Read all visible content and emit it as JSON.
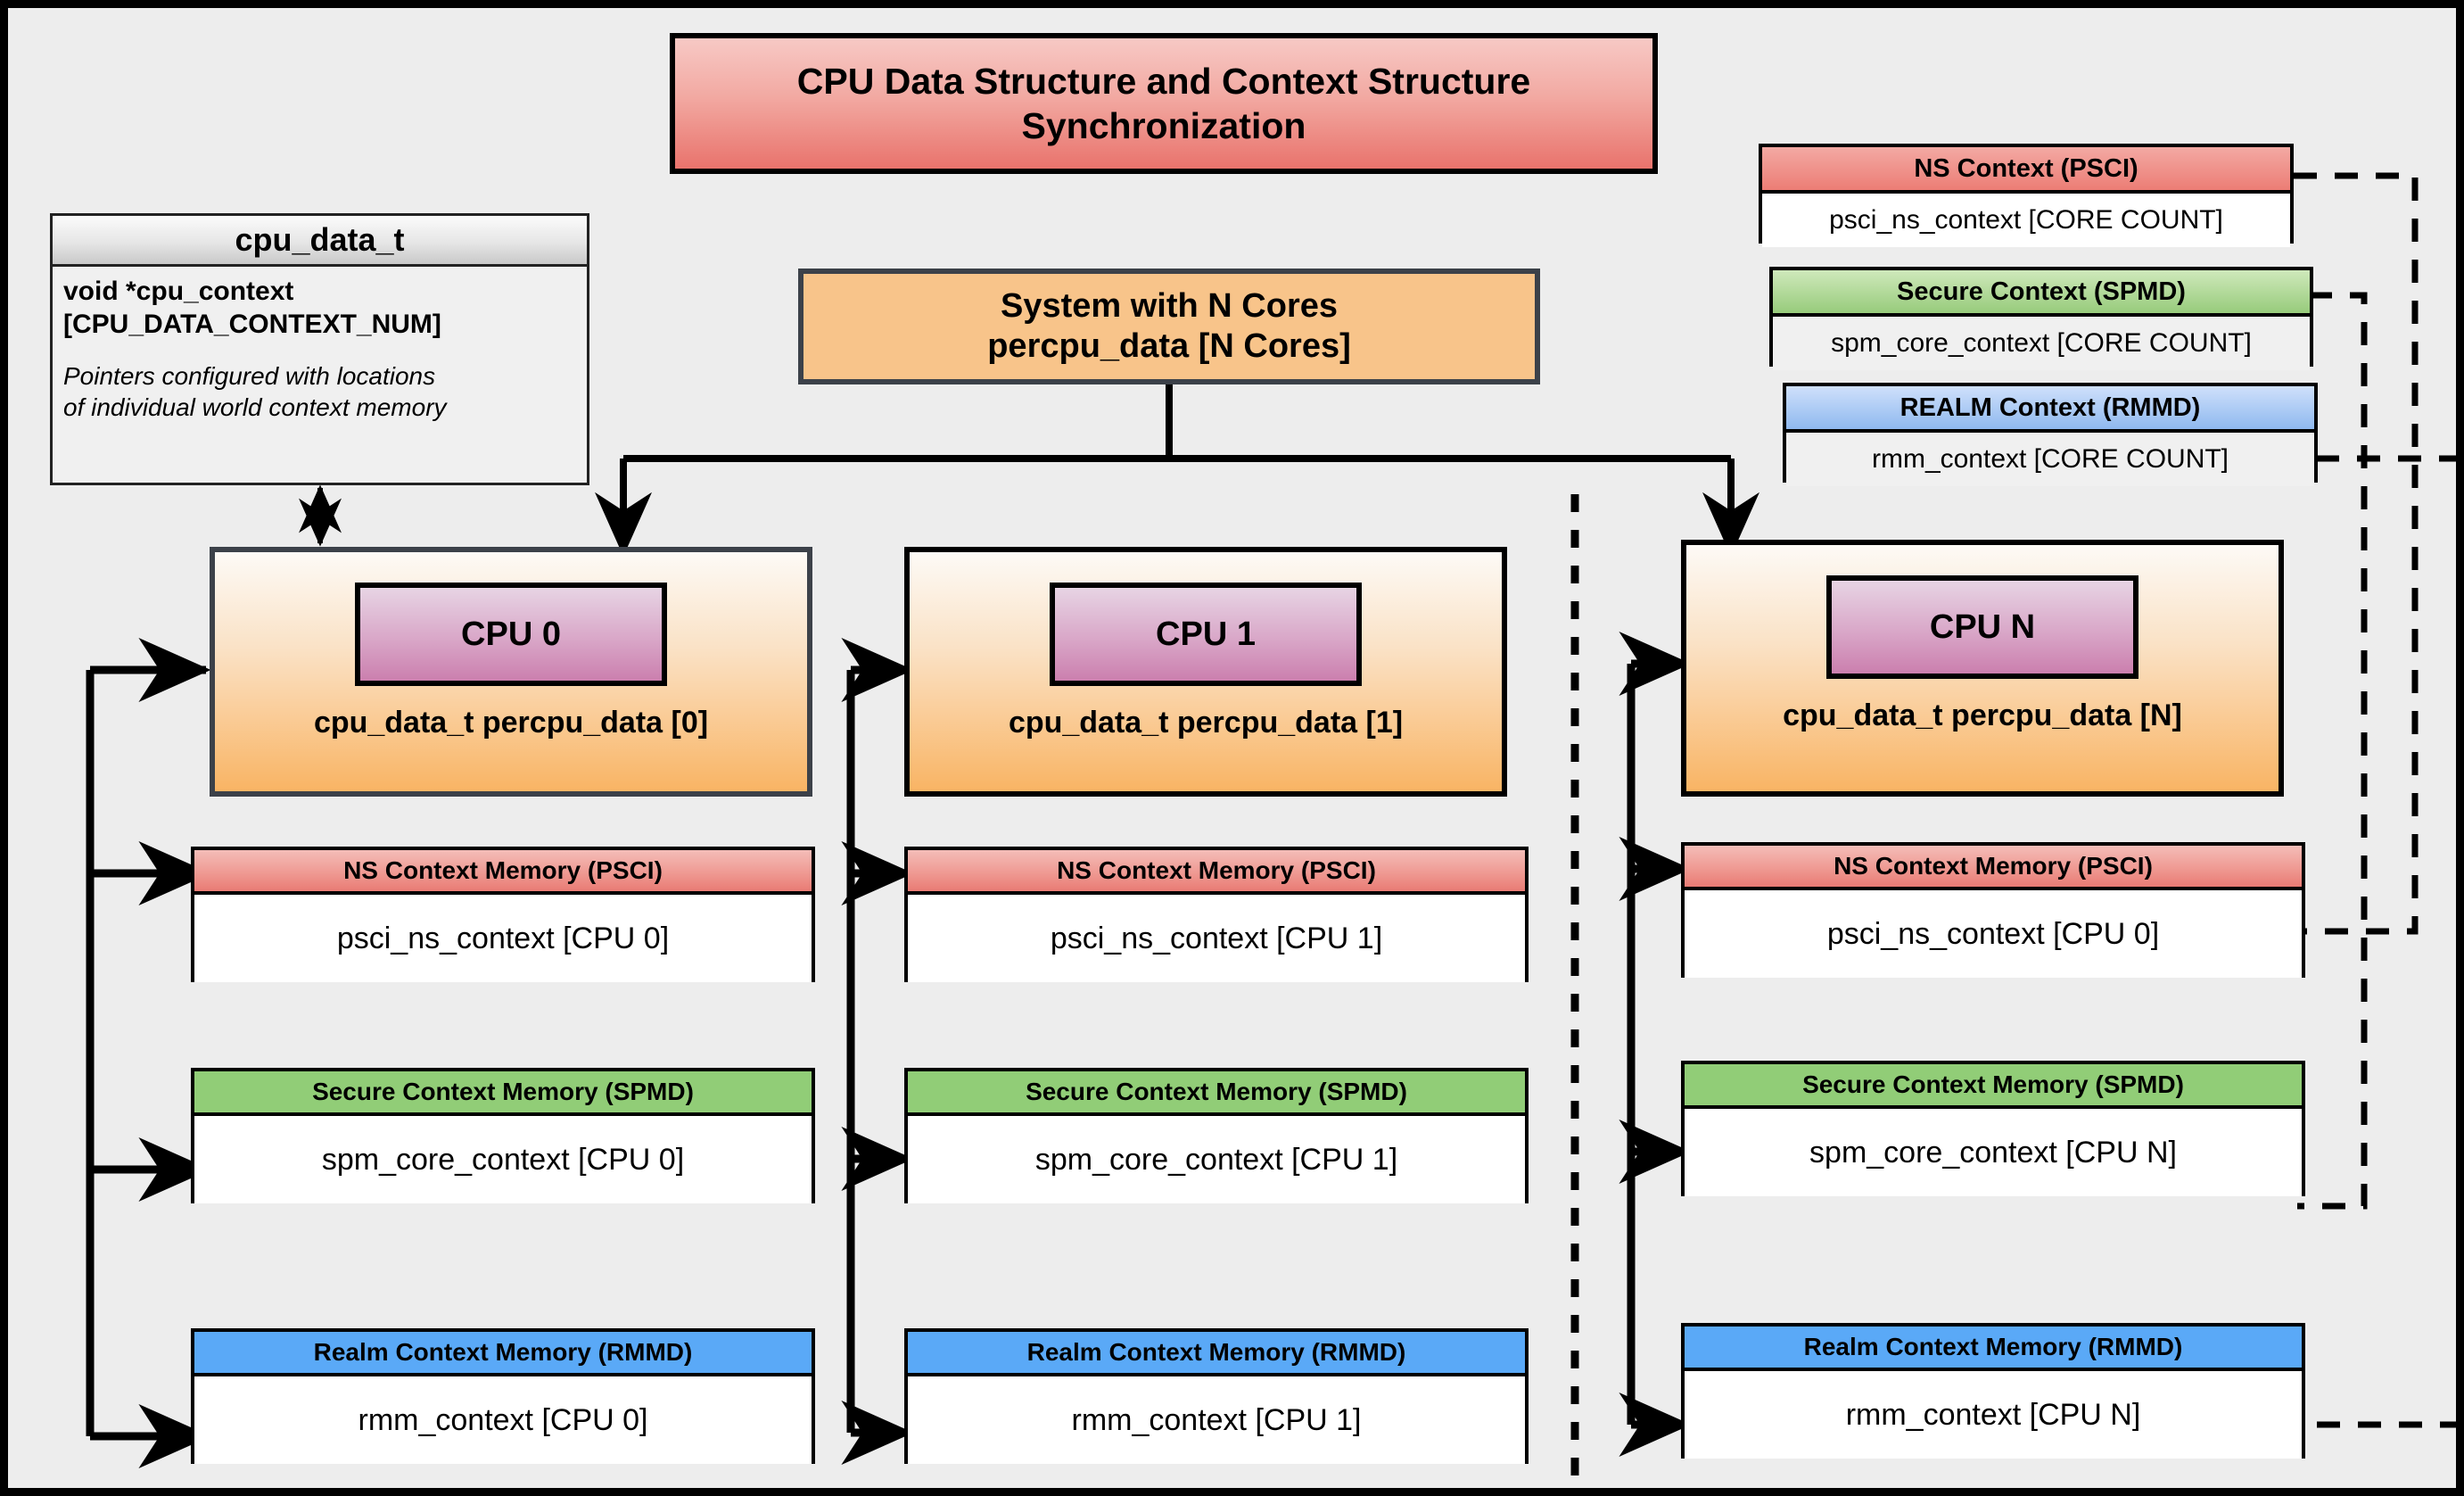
{
  "title": {
    "line1": "CPU Data Structure and Context Structure",
    "line2": "Synchronization"
  },
  "legend": {
    "header": "cpu_data_t",
    "field": "void  *cpu_context\n[CPU_DATA_CONTEXT_NUM]",
    "note": "Pointers configured with locations\nof individual world context memory"
  },
  "system": {
    "line1": "System with N Cores",
    "line2": "percpu_data [N Cores]"
  },
  "global_contexts": [
    {
      "header": "NS Context  (PSCI)",
      "body": "psci_ns_context [CORE COUNT]",
      "color": "#ec7d75"
    },
    {
      "header": "Secure Context (SPMD)",
      "body": "spm_core_context [CORE COUNT]",
      "color": "#97cb7b"
    },
    {
      "header": "REALM Context (RMMD)",
      "body": "rmm_context [CORE COUNT]",
      "color": "#8fb9ef"
    }
  ],
  "cpus": [
    {
      "chip": "CPU 0",
      "caption": "cpu_data_t percpu_data [0]",
      "contexts": [
        {
          "header": "NS Context Memory (PSCI)",
          "body": "psci_ns_context [CPU 0]",
          "color": "#ec7d75"
        },
        {
          "header": "Secure Context Memory (SPMD)",
          "body": "spm_core_context [CPU 0]",
          "color": "#91cd77"
        },
        {
          "header": "Realm Context Memory (RMMD)",
          "body": "rmm_context [CPU 0]",
          "color": "#5aa9f7"
        }
      ]
    },
    {
      "chip": "CPU 1",
      "caption": "cpu_data_t percpu_data [1]",
      "contexts": [
        {
          "header": "NS Context Memory (PSCI)",
          "body": "psci_ns_context [CPU 1]",
          "color": "#ec7d75"
        },
        {
          "header": "Secure Context Memory (SPMD)",
          "body": "spm_core_context [CPU 1]",
          "color": "#91cd77"
        },
        {
          "header": "Realm Context Memory (RMMD)",
          "body": "rmm_context [CPU 1]",
          "color": "#5aa9f7"
        }
      ]
    },
    {
      "chip": "CPU N",
      "caption": "cpu_data_t percpu_data [N]",
      "contexts": [
        {
          "header": "NS Context Memory (PSCI)",
          "body": "psci_ns_context [CPU 0]",
          "color": "#ec7d75"
        },
        {
          "header": "Secure Context Memory (SPMD)",
          "body": "spm_core_context [CPU N]",
          "color": "#91cd77"
        },
        {
          "header": "Realm Context Memory (RMMD)",
          "body": "rmm_context [CPU N]",
          "color": "#5aa9f7"
        }
      ]
    }
  ],
  "colors": {
    "background": "#ededed",
    "border": "#000000",
    "title_banner": "#ea7b74",
    "cpu_card": "#f9b464",
    "chip": "#cb7fae",
    "system_box": "#f8c48a"
  }
}
